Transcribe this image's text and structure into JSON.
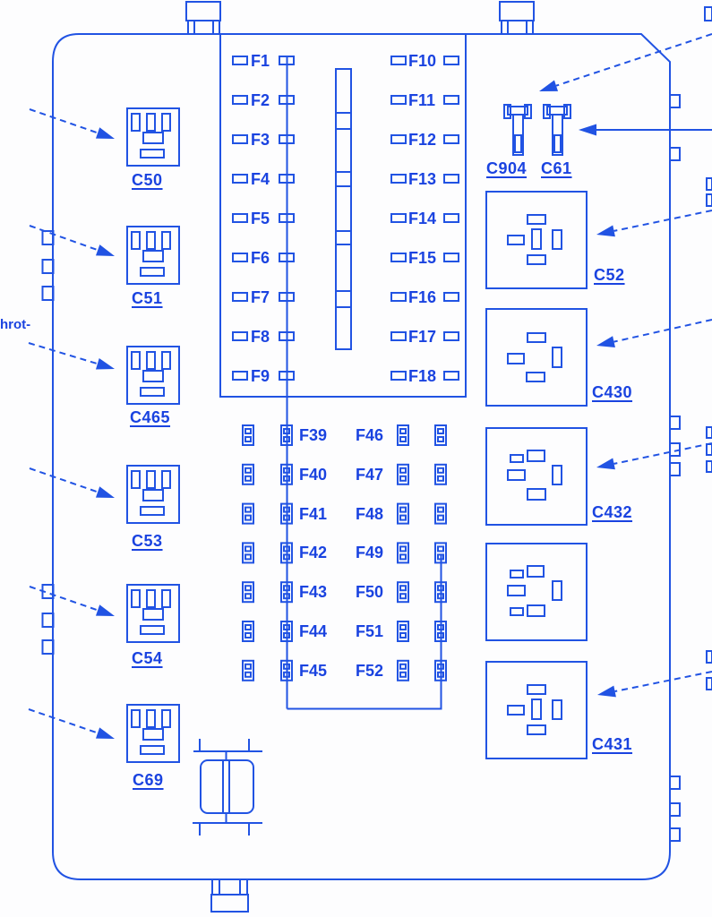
{
  "colors": {
    "line": "#2153e3",
    "text": "#1a43e0",
    "background": "#fdfdfe"
  },
  "left_connectors": [
    {
      "label": "C50"
    },
    {
      "label": "C51"
    },
    {
      "label": "C465"
    },
    {
      "label": "C53"
    },
    {
      "label": "C54"
    },
    {
      "label": "C69"
    }
  ],
  "top_connectors": [
    {
      "label": "C904"
    },
    {
      "label": "C61"
    }
  ],
  "right_relays": [
    {
      "label": "C52"
    },
    {
      "label": "C430"
    },
    {
      "label": "C432"
    },
    {
      "label": ""
    },
    {
      "label": "C431"
    }
  ],
  "fuses": {
    "top_left": [
      "F1",
      "F2",
      "F3",
      "F4",
      "F5",
      "F6",
      "F7",
      "F8",
      "F9"
    ],
    "top_right": [
      "F10",
      "F11",
      "F12",
      "F13",
      "F14",
      "F15",
      "F16",
      "F17",
      "F18"
    ],
    "lower_left": [
      "F39",
      "F40",
      "F41",
      "F42",
      "F43",
      "F44",
      "F45"
    ],
    "lower_right": [
      "F46",
      "F47",
      "F48",
      "F49",
      "F50",
      "F51",
      "F52"
    ]
  },
  "edge_text": {
    "left_partial": "hrot-"
  }
}
